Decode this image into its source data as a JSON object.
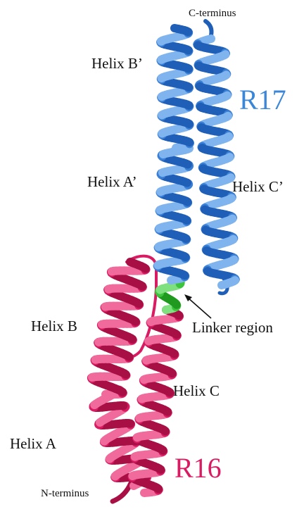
{
  "labels": {
    "c_terminus": "C-terminus",
    "helix_b_prime": "Helix B’",
    "helix_a_prime": "Helix A’",
    "helix_c_prime": "Helix C’",
    "helix_b": "Helix B",
    "helix_c": "Helix C",
    "helix_a": "Helix A",
    "n_terminus": "N-terminus",
    "linker": "Linker region",
    "r17": "R17",
    "r16": "R16"
  },
  "colors": {
    "r17": "#3a7fd6",
    "r17_dark": "#1f5fb8",
    "r17_light": "#7fb4ee",
    "r16": "#d81b63",
    "r16_dark": "#a80f45",
    "r16_light": "#f06a9c",
    "linker": "#3cc43c",
    "text": "#111111"
  }
}
